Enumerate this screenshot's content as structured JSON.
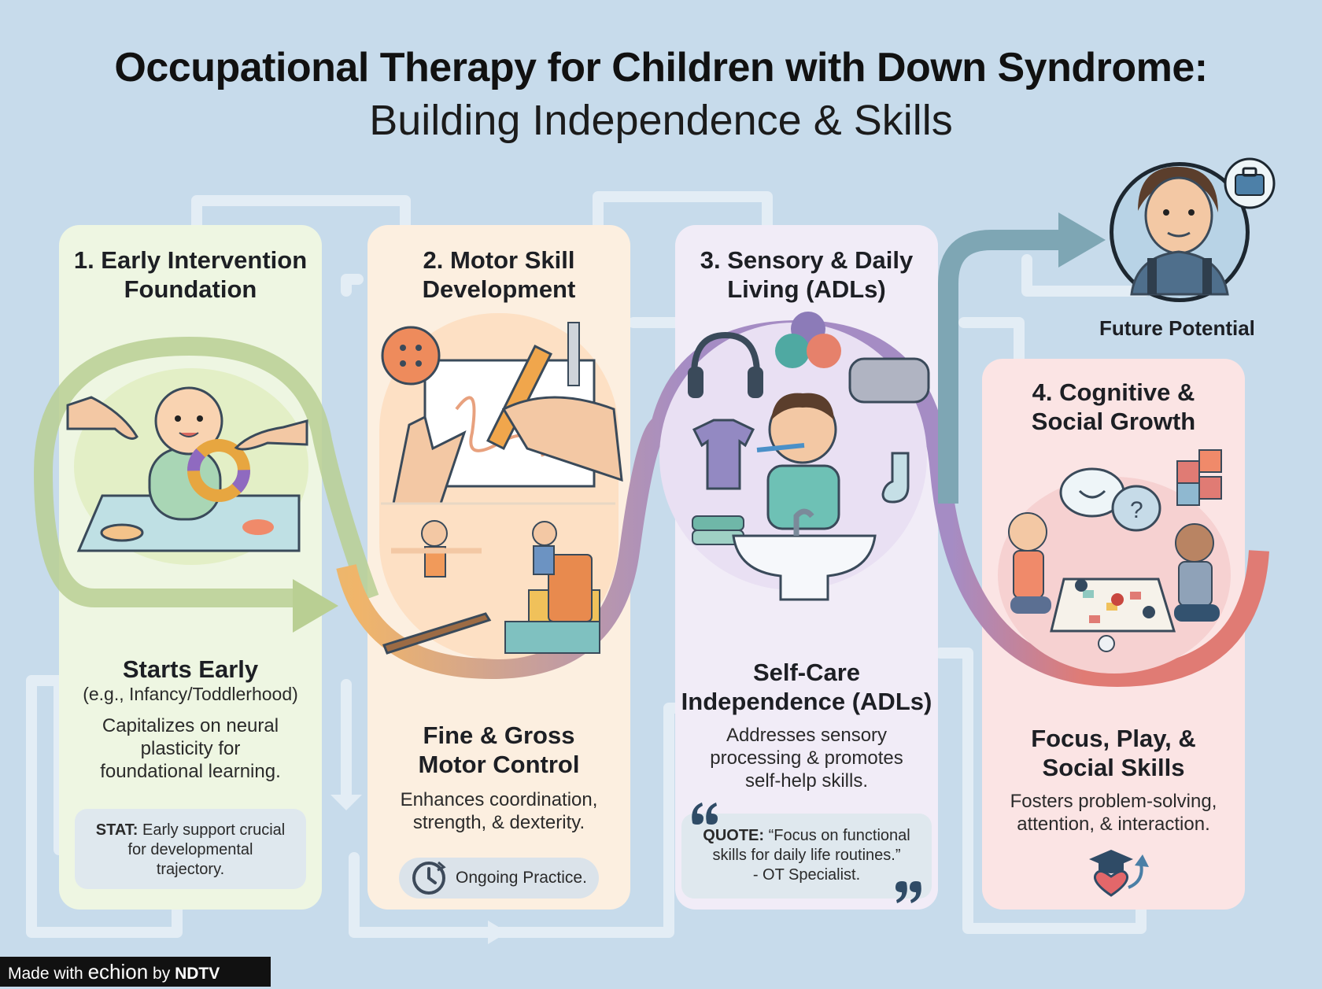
{
  "title": "Occupational Therapy for Children with Down Syndrome:",
  "subtitle": "Building Independence & Skills",
  "cards": [
    {
      "heading_lines": [
        "1. Early Intervention",
        "Foundation"
      ],
      "sub_heading": "Starts Early",
      "sub_note": "(e.g., Infancy/Toddlerhood)",
      "description_lines": [
        "Capitalizes on neural",
        "plasticity for",
        "foundational learning."
      ],
      "stat_label": "STAT:",
      "stat_text_lines": [
        "Early support crucial",
        "for developmental",
        "trajectory."
      ]
    },
    {
      "heading_lines": [
        "2. Motor Skill",
        "Development"
      ],
      "sub_heading_lines": [
        "Fine & Gross",
        "Motor Control"
      ],
      "description_lines": [
        "Enhances coordination,",
        "strength, & dexterity."
      ],
      "pill_text": "Ongoing Practice."
    },
    {
      "heading_lines": [
        "3. Sensory & Daily",
        "Living (ADLs)"
      ],
      "sub_heading_lines": [
        "Self-Care",
        "Independence (ADLs)"
      ],
      "description_lines": [
        "Addresses sensory",
        "processing & promotes",
        "self-help skills."
      ],
      "quote_label": "QUOTE:",
      "quote_lines": [
        "“Focus on functional",
        "skills for daily life routines.”",
        "- OT Specialist."
      ]
    },
    {
      "heading_lines": [
        "4. Cognitive &",
        "Social Growth"
      ],
      "sub_heading_lines": [
        "Focus, Play, &",
        "Social Skills"
      ],
      "description_lines": [
        "Fosters problem-solving,",
        "attention, & interaction."
      ]
    }
  ],
  "future_label": "Future Potential",
  "footer": {
    "made_with": "Made with",
    "brand": "echion",
    "by": "by",
    "network": "NDTV"
  },
  "colors": {
    "background": "#c7dbeb",
    "card1": "#eef6e2",
    "card2": "#fcefe0",
    "card3": "#f1ecf7",
    "card4": "#fbe4e4",
    "path_green": "#b9cf93",
    "path_orange": "#f0b56a",
    "path_purple": "#a58cc4",
    "path_red": "#e07b74",
    "path_teal": "#7ea6b4"
  },
  "icons": [
    "baby-icon",
    "helping-hands-icon",
    "button-icon",
    "crayon-icon",
    "zipper-icon",
    "hand-icon",
    "balance-beam-icon",
    "climbing-blocks-icon",
    "headphones-icon",
    "yarn-balls-icon",
    "blanket-icon",
    "tshirt-icon",
    "sock-icon",
    "towels-icon",
    "toothbrush-child-icon",
    "sink-icon",
    "speech-bubble-icon",
    "puzzle-icon",
    "board-game-icon",
    "graduation-heart-icon",
    "adult-backpack-icon",
    "briefcase-icon",
    "clock-icon",
    "quote-open-icon",
    "quote-close-icon",
    "arrow-right-icon"
  ]
}
